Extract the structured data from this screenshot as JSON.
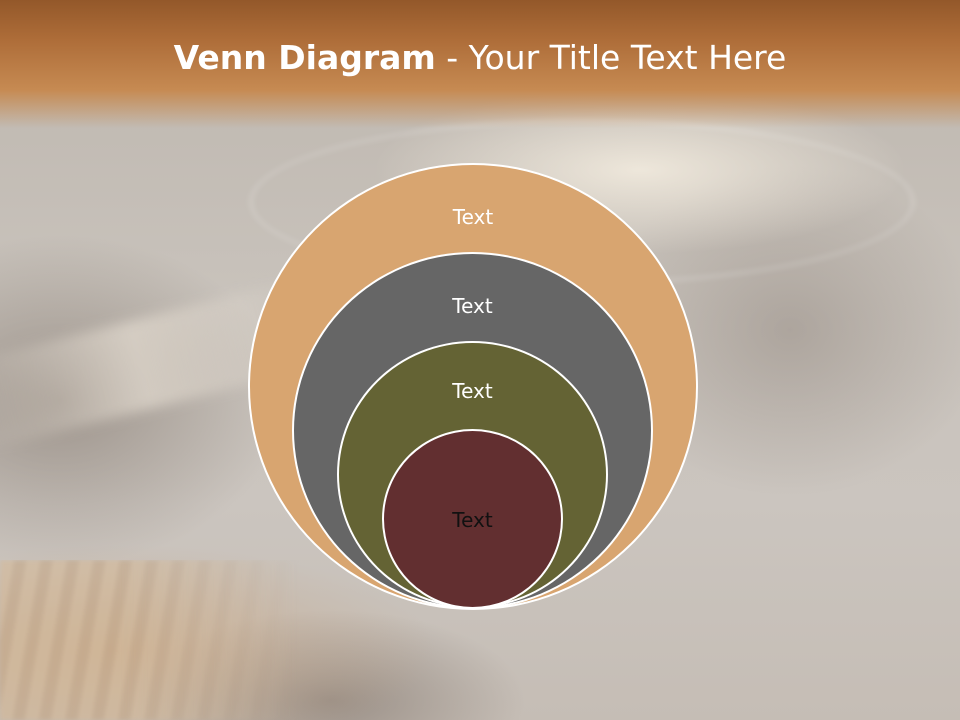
{
  "title": {
    "bold": "Venn Diagram",
    "rest": " - Your Title Text Here"
  },
  "circles": [
    {
      "label": "Text",
      "fill": "#d8a570",
      "text_color": "#ffffff"
    },
    {
      "label": "Text",
      "fill": "#666666",
      "text_color": "#ffffff"
    },
    {
      "label": "Text",
      "fill": "#646334",
      "text_color": "#ffffff"
    },
    {
      "label": "Text",
      "fill": "#622f30",
      "text_color": "#111111"
    }
  ],
  "colors": {
    "banner": "#b07040",
    "outline": "#ffffff"
  }
}
